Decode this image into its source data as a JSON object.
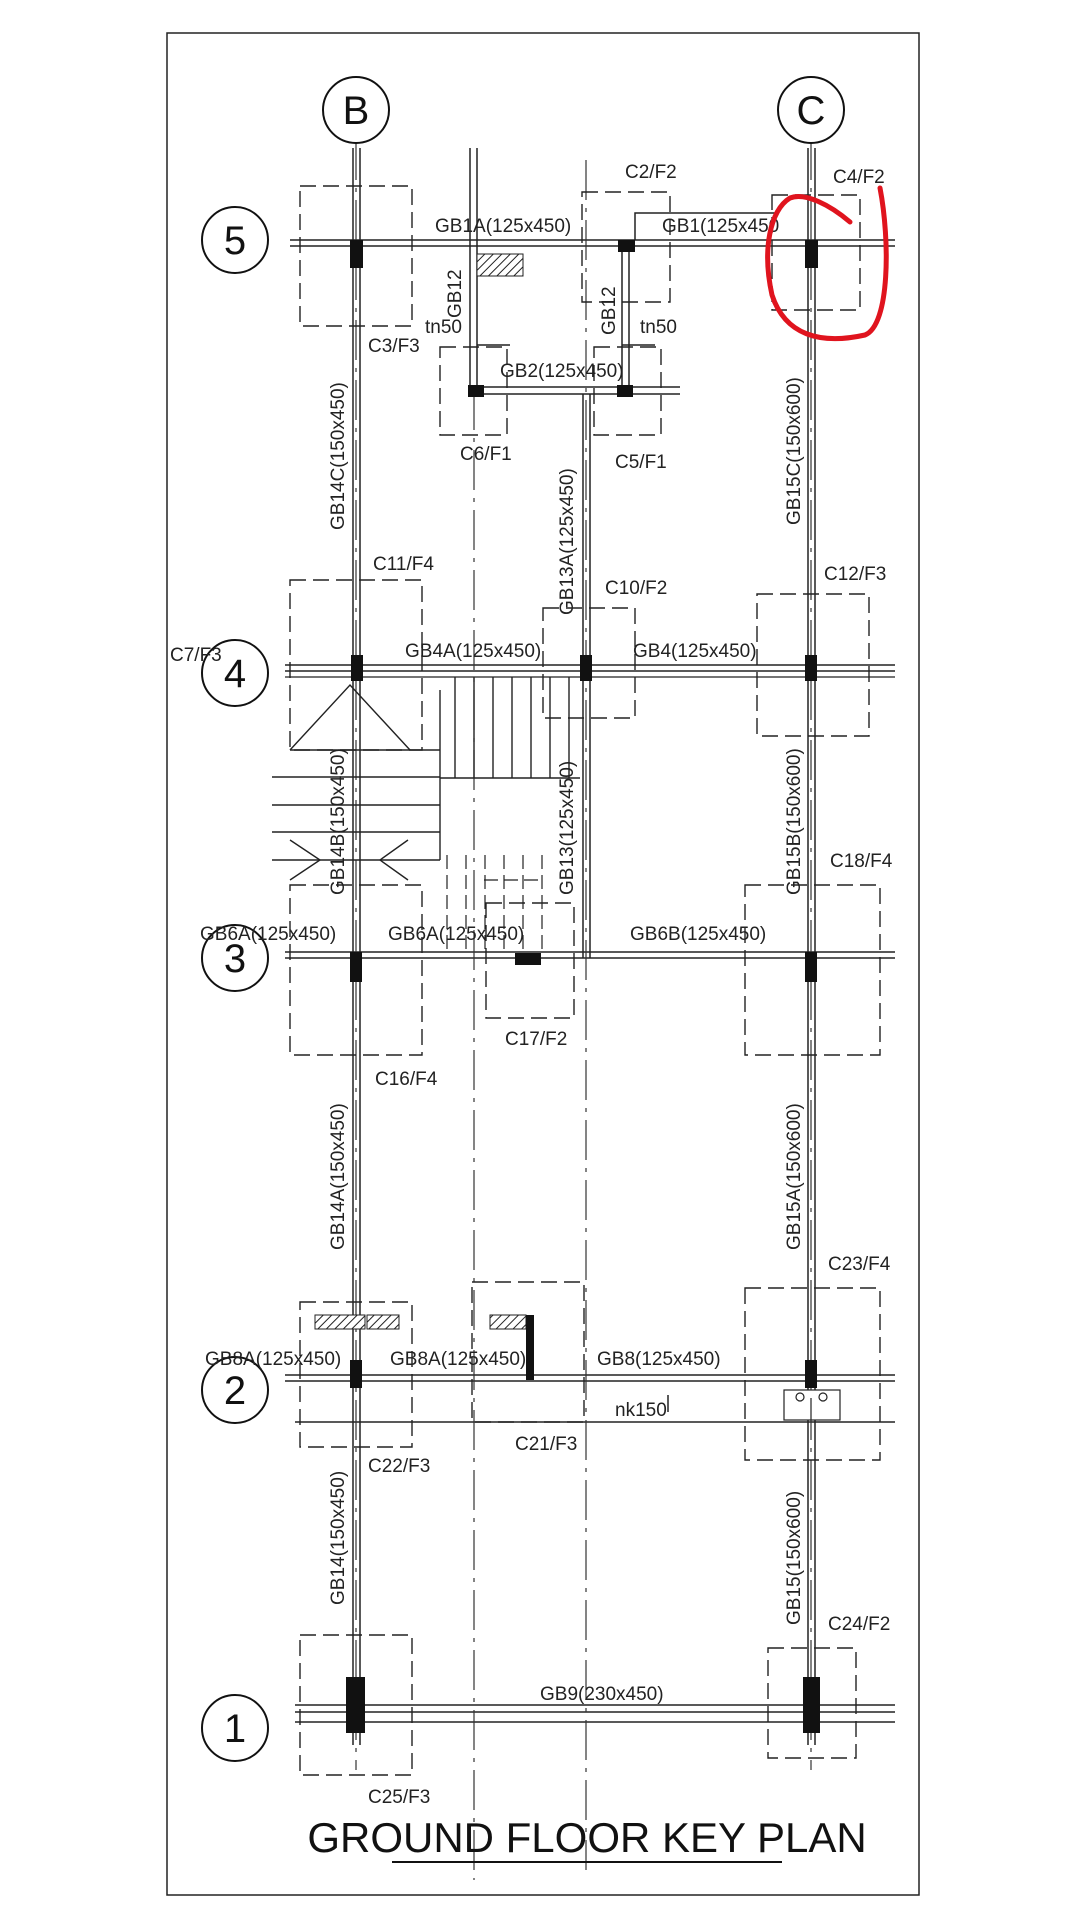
{
  "title": "GROUND FLOOR KEY PLAN",
  "grid_columns": [
    "B",
    "C"
  ],
  "grid_rows": [
    "5",
    "4",
    "3",
    "2",
    "1"
  ],
  "columns": [
    "C2/F2",
    "C4/F2",
    "C3/F3",
    "C6/F1",
    "C5/F1",
    "C11/F4",
    "C7/F3",
    "C10/F2",
    "C12/F3",
    "C18/F4",
    "C17/F2",
    "C16/F4",
    "C23/F4",
    "C21/F3",
    "C22/F3",
    "C24/F2",
    "C25/F3"
  ],
  "beams": [
    "GB1A(125x450)",
    "GB1(125x450",
    "GB12",
    "GB12",
    "tn50",
    "tn50",
    "GB2(125x450)",
    "GB14C(150x450)",
    "GB13A(125x450)",
    "GB15C(150x600)",
    "GB4A(125x450)",
    "GB4(125x450)",
    "GB14B(150x450)",
    "GB13(125x450)",
    "GB15B(150x600)",
    "GB6A(125x450)",
    "GB6A(125x450)",
    "GB6B(125x450)",
    "GB14A(150x450)",
    "GB15A(150x600)",
    "GB8A(125x450)",
    "GB8A(125x450)",
    "GB8(125x450)",
    "nk150",
    "GB14(150x450)",
    "GB15(150x600)",
    "GB9(230x450)"
  ],
  "annotation_color": "#e0141e",
  "line_color": "#111111"
}
